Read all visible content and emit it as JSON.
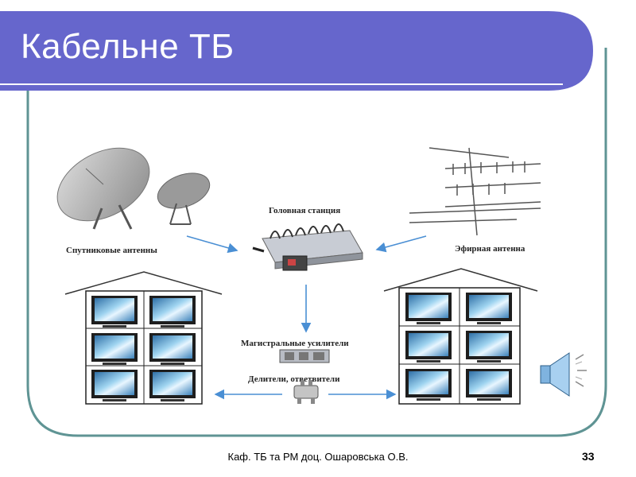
{
  "slide": {
    "title": "Кабельне ТБ",
    "footer": "Каф. ТБ та РМ доц. Ошаровська О.В.",
    "page_number": "33"
  },
  "diagram": {
    "satellite_label": "Спутниковые антенны",
    "headend_label": "Головная станция",
    "aerial_label": "Эфирная антенна",
    "amplifiers_label": "Магистральные усилители",
    "splitters_label": "Делители, ответвители"
  },
  "colors": {
    "title_bar": "#6666cc",
    "frame": "#5f9494",
    "arrow": "#4a8fd4",
    "screen": "#6fb2dc"
  },
  "icons": {
    "sound": "speaker-icon"
  }
}
